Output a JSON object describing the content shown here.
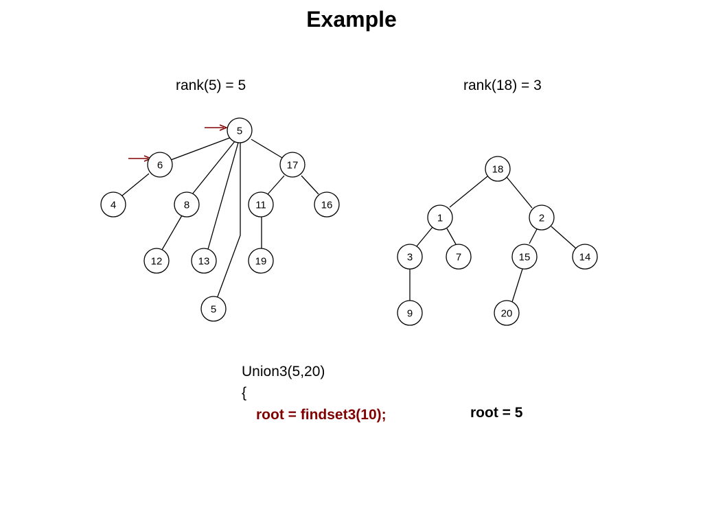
{
  "title": "Example",
  "left_tree": {
    "rank_label": "rank(5) = 5",
    "nodes": {
      "root": "5",
      "n6": "6",
      "n17": "17",
      "n4": "4",
      "n8": "8",
      "n11": "11",
      "n16": "16",
      "n12": "12",
      "n13": "13",
      "n19": "19",
      "n5b": "5"
    },
    "arrow_color": "#800000"
  },
  "right_tree": {
    "rank_label": "rank(18) = 3",
    "nodes": {
      "root": "18",
      "n1": "1",
      "n2": "2",
      "n3": "3",
      "n7": "7",
      "n15": "15",
      "n14": "14",
      "n9": "9",
      "n20": "20"
    }
  },
  "code": {
    "line1": "Union3(5,20)",
    "line2": "{",
    "line3": "root = findset3(10);",
    "line3_color": "#800000"
  },
  "result": "root = 5"
}
